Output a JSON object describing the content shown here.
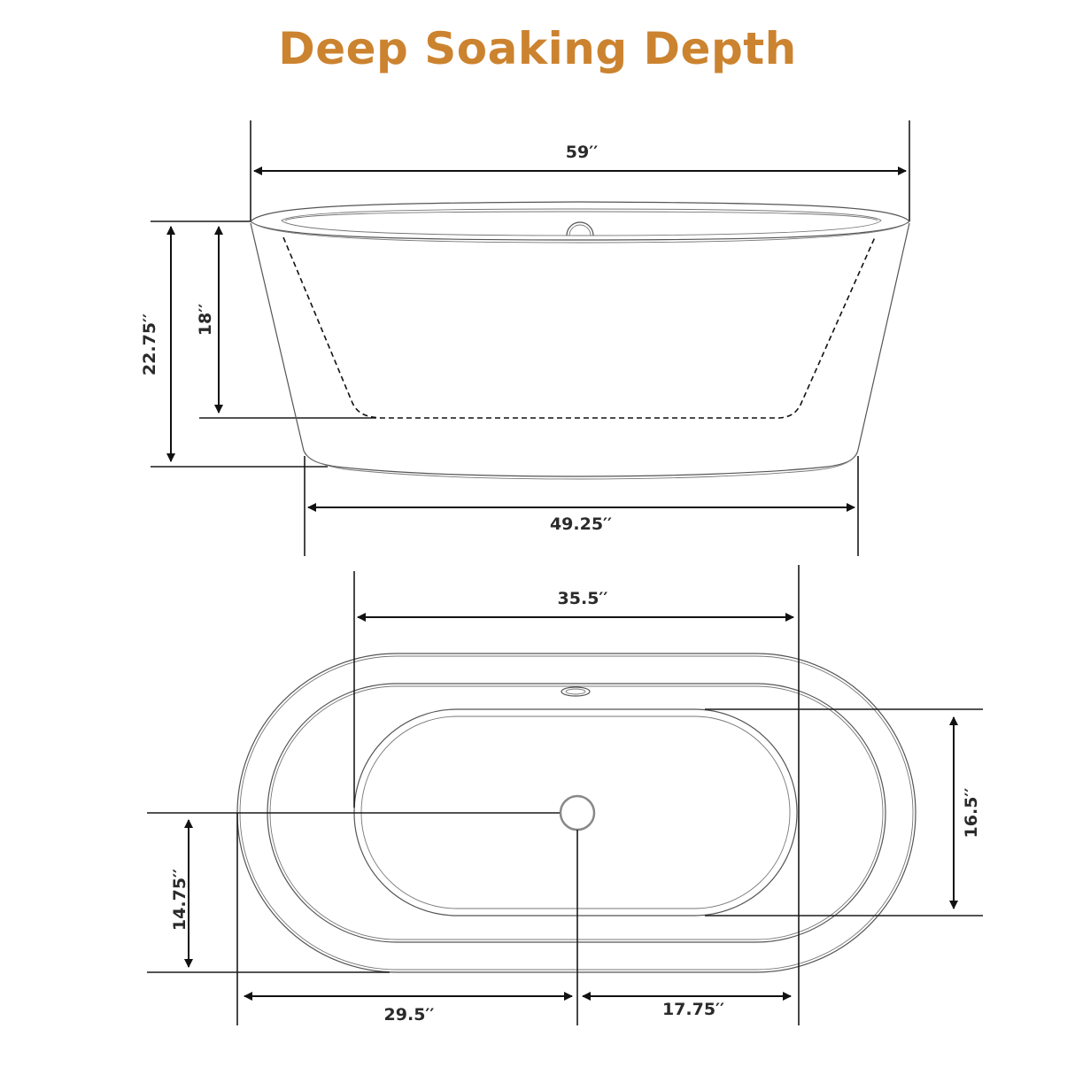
{
  "title": "Deep Soaking Depth",
  "colors": {
    "title": "#cc832f",
    "lines": "#111111",
    "tub_outline": "#555555"
  },
  "side_view": {
    "overall_length": "59′′",
    "bottom_length": "49.25′′",
    "overall_height": "22.75′′",
    "water_depth": "18′′"
  },
  "top_view": {
    "interior_length": "35.5′′",
    "interior_width": "16.5′′",
    "drain_to_edge_width": "14.75′′",
    "drain_to_left": "29.5′′",
    "drain_to_interior_right": "17.75′′"
  }
}
